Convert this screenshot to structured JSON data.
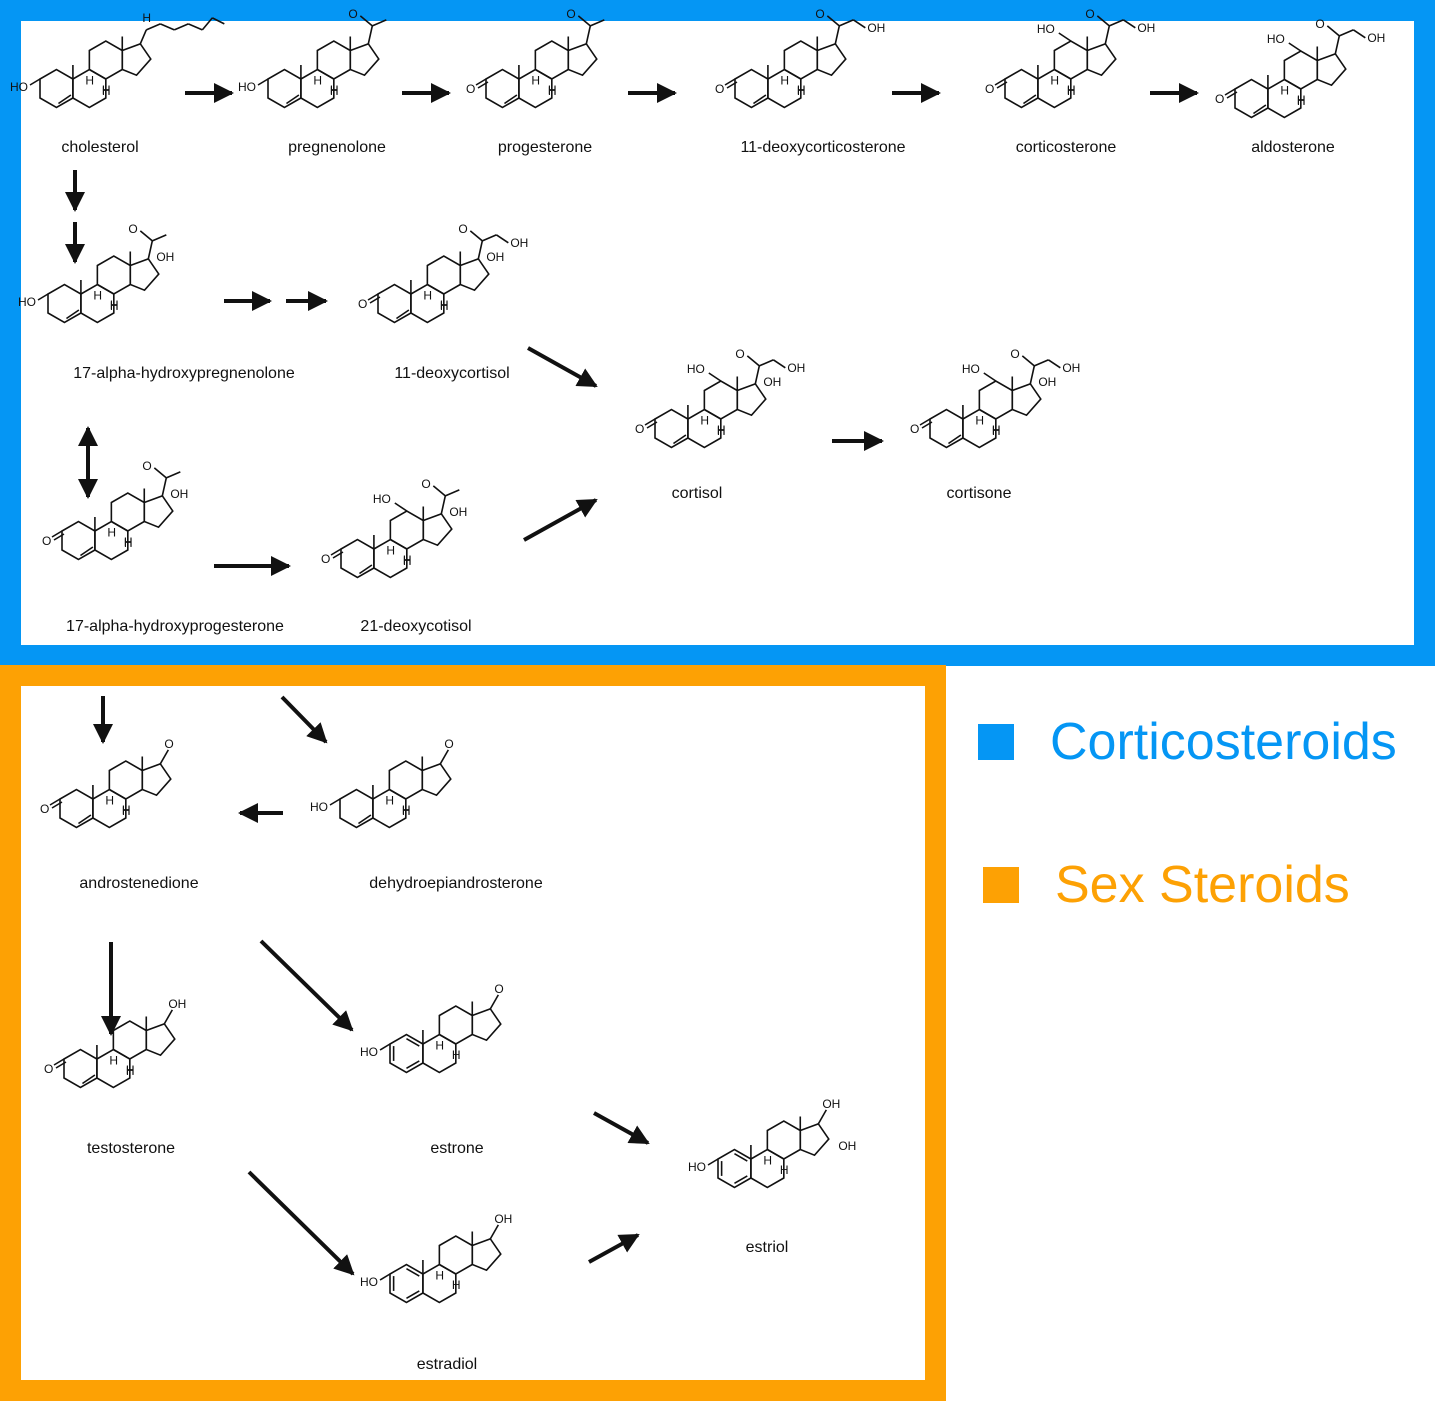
{
  "colors": {
    "corticosteroids": "#0596f4",
    "sex_steroids": "#fda104",
    "ink": "#111111"
  },
  "legend": {
    "corticosteroids": "Corticosteroids",
    "sex_steroids": "Sex Steroids"
  },
  "atom_labels": {
    "hydrogen": "H",
    "hydroxyl": "HO",
    "hydroxyl_right": "OH",
    "oxygen": "O"
  },
  "compounds": {
    "cholesterol": "cholesterol",
    "pregnenolone": "pregnenolone",
    "progesterone": "progesterone",
    "deoxycorticosterone": "11-deoxycorticosterone",
    "corticosterone": "corticosterone",
    "aldosterone": "aldosterone",
    "hydroxypregnenolone": "17-alpha-hydroxypregnenolone",
    "deoxycortisol": "11-deoxycortisol",
    "cortisol": "cortisol",
    "cortisone": "cortisone",
    "hydroxyprogesterone": "17-alpha-hydroxyprogesterone",
    "deoxycotisol21": "21-deoxycotisol",
    "androstenedione": "androstenedione",
    "dhea": "dehydroepiandrosterone",
    "testosterone": "testosterone",
    "estrone": "estrone",
    "estriol": "estriol",
    "estradiol": "estradiol"
  }
}
